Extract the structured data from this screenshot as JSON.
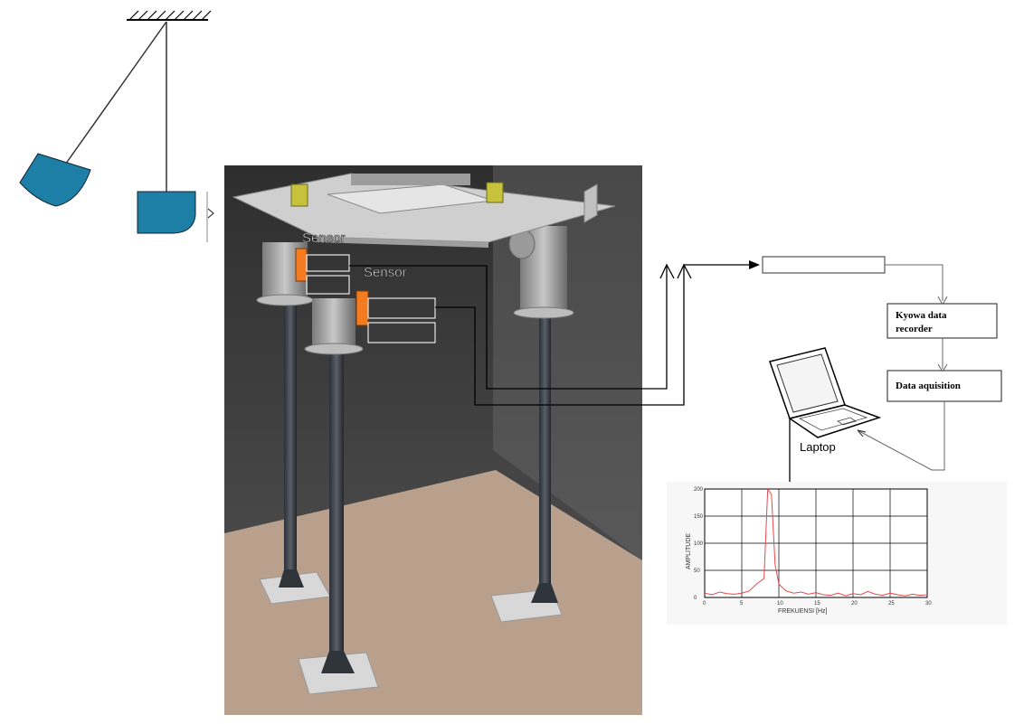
{
  "labels": {
    "sensor1": "Sensor",
    "sensor2": "Sensor",
    "kyowa_line1": "Kyowa data",
    "kyowa_line2": "recorder",
    "daq": "Data aquisition",
    "laptop": "Laptop"
  },
  "colors": {
    "pendulum": "#1e7fa6",
    "sensor": "#f47b20",
    "floor": "#b9a08d",
    "scene_bg": "#3b3b3b",
    "spectrum_line": "#e5484d"
  },
  "chart_data": {
    "type": "line",
    "xlabel": "FREKUENSI [Hz]",
    "ylabel": "AMPLITUDE",
    "xlim": [
      0,
      30
    ],
    "ylim": [
      0,
      200
    ],
    "xticks": [
      "0",
      "5",
      "10",
      "15",
      "20",
      "25",
      "30"
    ],
    "yticks": [
      "0",
      "50",
      "100",
      "150",
      "200"
    ],
    "grid": true,
    "series": [
      {
        "x": [
          0,
          1,
          2,
          3,
          4,
          5,
          6,
          7,
          8,
          8.5,
          9,
          9.5,
          10,
          10.5,
          11,
          12,
          13,
          14,
          15,
          16,
          17,
          18,
          19,
          20,
          21,
          22,
          23,
          24,
          25,
          26,
          27,
          28,
          29,
          30
        ],
        "y": [
          8,
          5,
          10,
          7,
          6,
          8,
          12,
          25,
          35,
          200,
          190,
          60,
          25,
          18,
          12,
          8,
          10,
          6,
          9,
          5,
          4,
          8,
          3,
          7,
          5,
          11,
          6,
          4,
          8,
          5,
          3,
          6,
          4,
          5
        ]
      }
    ]
  }
}
